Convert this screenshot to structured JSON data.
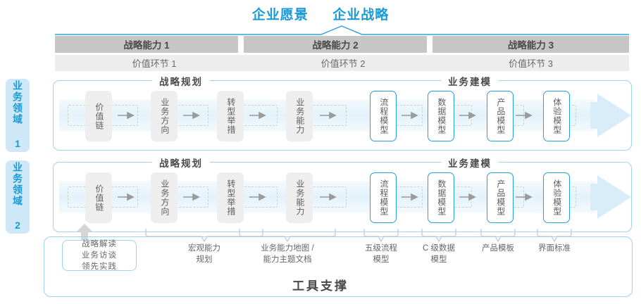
{
  "header": {
    "vision": "企业愿景",
    "strategy": "企业战略"
  },
  "capabilities": [
    {
      "label": "战略能力 1"
    },
    {
      "label": "战略能力 2"
    },
    {
      "label": "战略能力 3"
    }
  ],
  "value_stages": [
    {
      "label": "价值环节 1"
    },
    {
      "label": "价值环节 2"
    },
    {
      "label": "价值环节 3"
    }
  ],
  "domains": [
    {
      "tab_label": "业务领域 1",
      "sections": [
        {
          "title": "战略规划"
        },
        {
          "title": "业务建模"
        }
      ],
      "nodes": [
        {
          "label": "价值链",
          "style": "gray"
        },
        {
          "label": "业务方向",
          "style": "gray"
        },
        {
          "label": "转型举措",
          "style": "gray"
        },
        {
          "label": "业务能力",
          "style": "gray"
        },
        {
          "label": "流程模型",
          "style": "blue"
        },
        {
          "label": "数据模型",
          "style": "blue"
        },
        {
          "label": "产品模型",
          "style": "blue"
        },
        {
          "label": "体验模型",
          "style": "blue"
        }
      ]
    },
    {
      "tab_label": "业务领域 2",
      "sections": [
        {
          "title": "战略规划"
        },
        {
          "title": "业务建模"
        }
      ],
      "nodes": [
        {
          "label": "价值链",
          "style": "gray"
        },
        {
          "label": "业务方向",
          "style": "gray"
        },
        {
          "label": "转型举措",
          "style": "gray"
        },
        {
          "label": "业务能力",
          "style": "gray"
        },
        {
          "label": "流程模型",
          "style": "blue"
        },
        {
          "label": "数据模型",
          "style": "blue"
        },
        {
          "label": "产品模型",
          "style": "blue"
        },
        {
          "label": "体验模型",
          "style": "blue"
        }
      ]
    }
  ],
  "tools": {
    "pill": "战略解读\n业务访谈\n领先实践",
    "pill_lines": [
      "战略解读",
      "业务访谈",
      "领先实践"
    ],
    "items": [
      {
        "lines": [
          "宏观能力",
          "规划"
        ]
      },
      {
        "lines": [
          "业务能力地图 /",
          "能力主题文档"
        ]
      },
      {
        "lines": [
          "五级流程",
          "模型"
        ]
      },
      {
        "lines": [
          "C 级数据",
          "模型"
        ]
      },
      {
        "lines": [
          "产品模板"
        ]
      },
      {
        "lines": [
          "界面标准"
        ]
      }
    ],
    "support_title": "工具支撑"
  },
  "colors": {
    "accent_blue": "#1a9ad7",
    "node_blue_border": "#26a0dc",
    "tab_blue_bg": "#cfe8f7",
    "cap_bar_gray": "#c6c6c6",
    "chevron_gray": "#ededed",
    "node_gray": "#eeeeee",
    "band_blue": "#e3f2fb",
    "container_border": "#9ed4ee"
  }
}
